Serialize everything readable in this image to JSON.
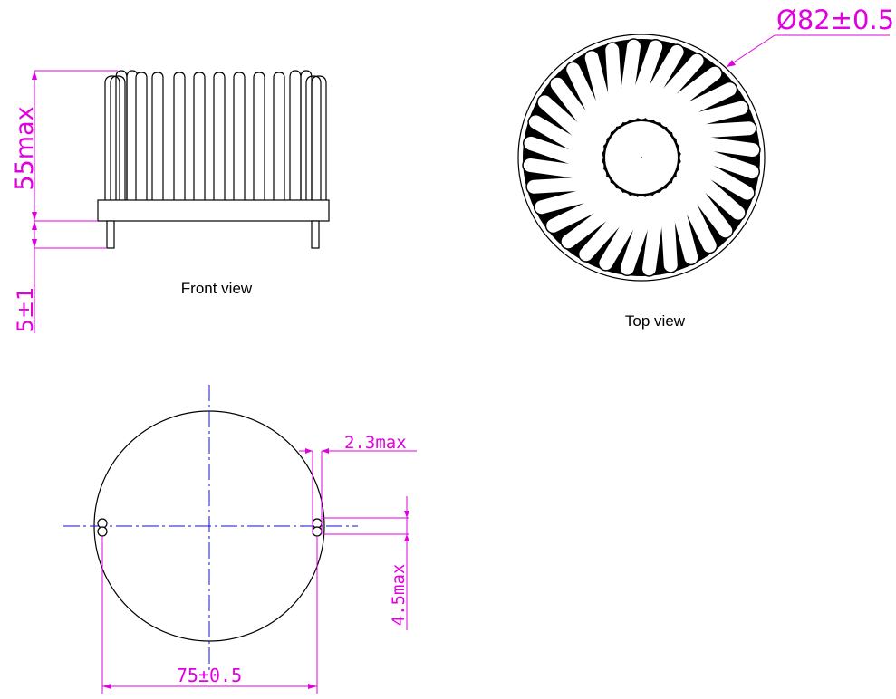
{
  "front_view": {
    "caption": "Front view",
    "height_label": "55max",
    "pin_label": "5±1"
  },
  "top_view": {
    "caption": "Top view",
    "diameter_label": "Ø82±0.5"
  },
  "bottom_view": {
    "pin_diameter_label": "2.3max",
    "pin_pitch_label": "4.5max",
    "spacing_label": "75±0.5"
  },
  "colors": {
    "dimension": "#e000e0",
    "centerline": "#1010d0",
    "outline": "#000000"
  }
}
